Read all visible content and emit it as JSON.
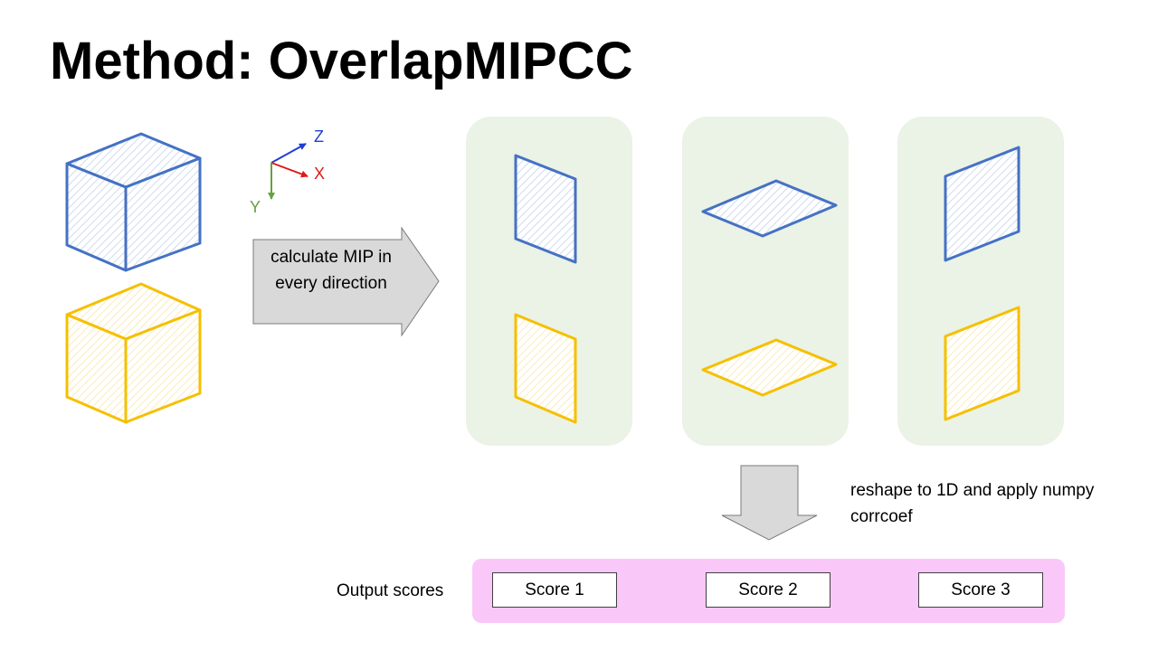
{
  "title": "Method: OverlapMIPCC",
  "axes": {
    "z": "Z",
    "x": "X",
    "y": "Y"
  },
  "steps": {
    "calculate_mip": "calculate MIP in every direction",
    "reshape": "reshape to 1D and apply numpy corrcoef"
  },
  "output": {
    "label": "Output scores",
    "scores": [
      "Score 1",
      "Score 2",
      "Score 3"
    ]
  },
  "colors": {
    "blue_volume": "#4472c4",
    "yellow_volume": "#f5c000",
    "panel_bg": "#ebf2e6",
    "output_bg": "#fac8f8",
    "arrow_fill": "#d9d9d9",
    "axis_x": "#e01818",
    "axis_y": "#62a33c",
    "axis_z": "#1f3fd6"
  }
}
